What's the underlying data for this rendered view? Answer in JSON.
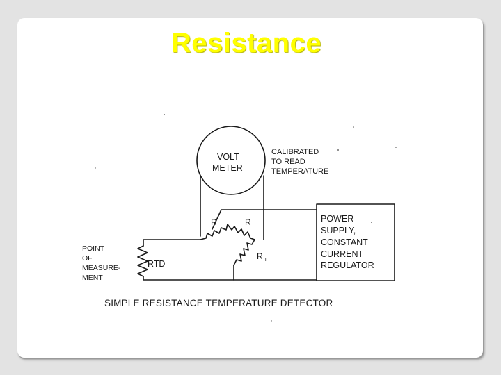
{
  "title": "Resistance",
  "diagram": {
    "meter_line1": "VOLT",
    "meter_line2": "METER",
    "calibrated_line1": "CALIBRATED",
    "calibrated_line2": "TO READ",
    "calibrated_line3": "TEMPERATURE",
    "power_line1": "POWER",
    "power_line2": "SUPPLY,",
    "power_line3": "CONSTANT",
    "power_line4": "CURRENT",
    "power_line5": "REGULATOR",
    "point_line1": "POINT",
    "point_line2": "OF",
    "point_line3": "MEASURE-",
    "point_line4": "MENT",
    "rtd_label": "RTD",
    "r_left_label": "R",
    "r_right_label": "R",
    "rt_label": "R",
    "rt_sub": "T",
    "caption": "SIMPLE RESISTANCE TEMPERATURE DETECTOR"
  }
}
